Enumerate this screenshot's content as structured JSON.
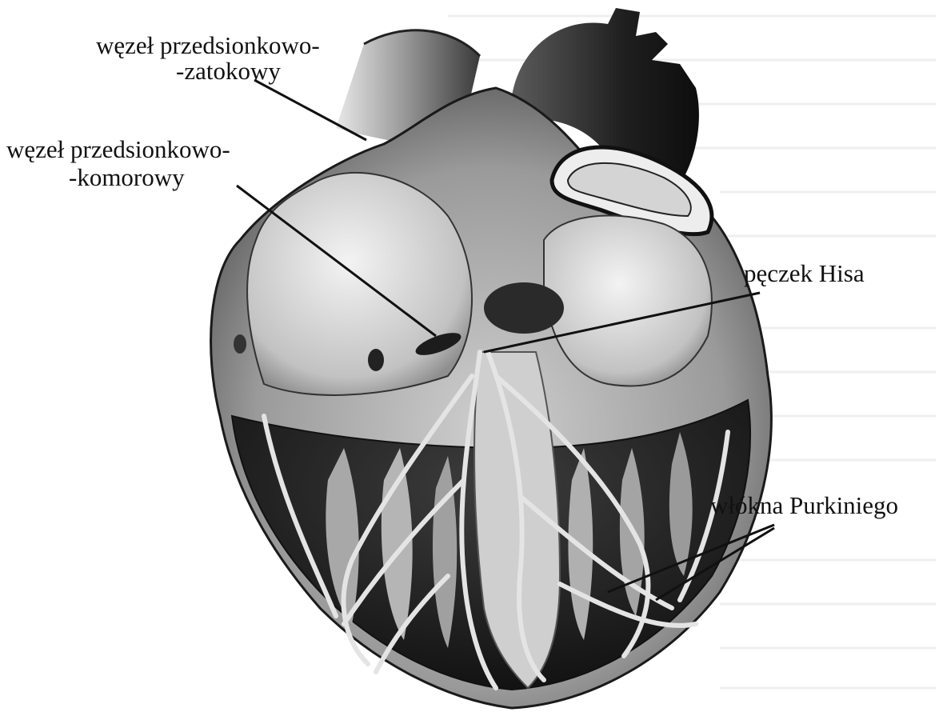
{
  "labels": {
    "sa_node_line1": "węzeł przedsionkowo-",
    "sa_node_line2": "-zatokowy",
    "av_node_line1": "węzeł przedsionkowo-",
    "av_node_line2": "-komorowy",
    "bundle_of_his": "pęczek Hisa",
    "purkinje_fibers": "włókna Purkiniego"
  },
  "colors": {
    "ink": "#111111",
    "paper": "#ffffff",
    "shade_dark": "#2b2b2b",
    "shade_mid": "#8a8a8a",
    "shade_light": "#d9d9d9"
  }
}
